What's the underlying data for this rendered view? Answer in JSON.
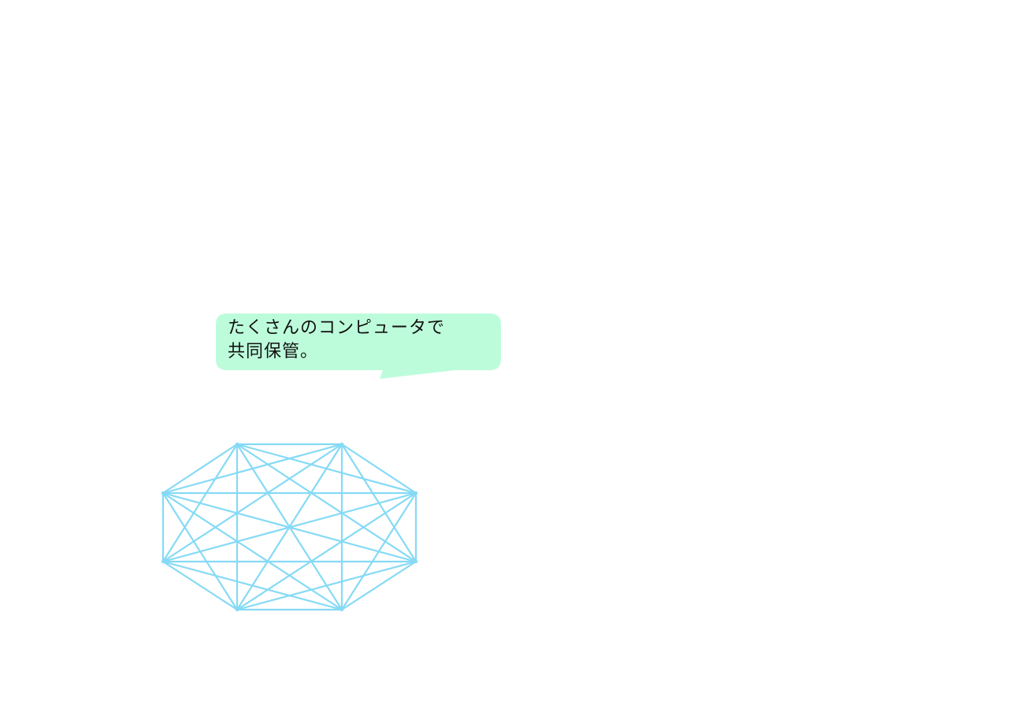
{
  "speech_bubble": {
    "line1": "たくさんのコンピュータで",
    "line2": "共同保管。",
    "fill_color": "#bdfcdb"
  },
  "network_diagram": {
    "node_count": 8,
    "topology": "fully-connected",
    "line_color": "#86daf5"
  }
}
